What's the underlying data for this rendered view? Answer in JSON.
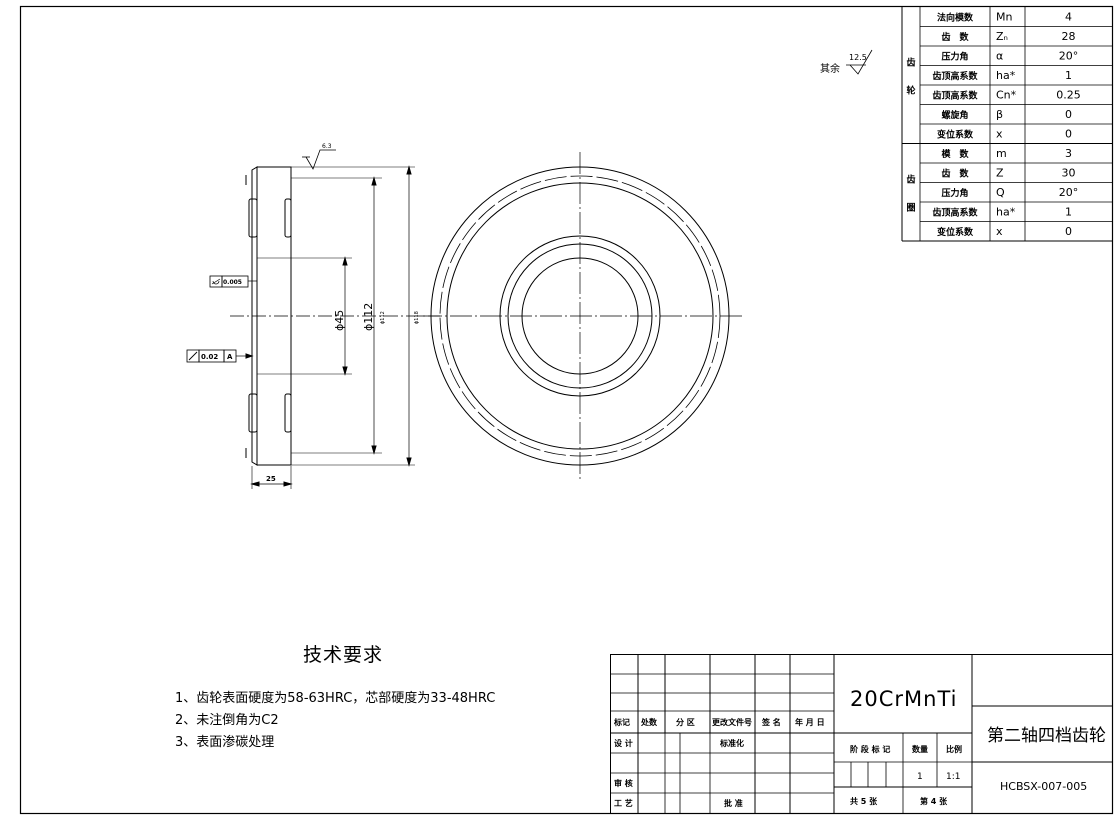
{
  "drawing": {
    "note_rest": "其余",
    "surface_finish": {
      "rest": "12.5",
      "face": "6.3"
    },
    "gdt": {
      "runout_symbol_value": "0.005",
      "runout_ref_value": "0.02",
      "datum": "A"
    },
    "dimensions": {
      "width": "25",
      "bore_dia": "ϕ45",
      "mid_dia": "ϕ112",
      "mid_dia_small": "ϕ112",
      "outer_dia_small": "ϕ118"
    }
  },
  "param_table": {
    "sections": [
      {
        "name": "齿\n\n轮",
        "rows": [
          {
            "label": "法向模数",
            "symbol": "Mn",
            "value": "4"
          },
          {
            "label": "齿　数",
            "symbol": "Zₙ",
            "value": "28"
          },
          {
            "label": "压力角",
            "symbol": "α",
            "value": "20°"
          },
          {
            "label": "齿顶高系数",
            "symbol": "ha*",
            "value": "1"
          },
          {
            "label": "齿顶高系数",
            "symbol": "Cn*",
            "value": "0.25"
          },
          {
            "label": "螺旋角",
            "symbol": "β",
            "value": "0"
          },
          {
            "label": "变位系数",
            "symbol": "x",
            "value": "0"
          }
        ]
      },
      {
        "name": "齿\n\n圈",
        "rows": [
          {
            "label": "模　数",
            "symbol": "m",
            "value": "3"
          },
          {
            "label": "齿　数",
            "symbol": "Z",
            "value": "30"
          },
          {
            "label": "压力角",
            "symbol": "Q",
            "value": "20°"
          },
          {
            "label": "齿顶高系数",
            "symbol": "ha*",
            "value": "1"
          },
          {
            "label": "变位系数",
            "symbol": "x",
            "value": "0"
          }
        ]
      }
    ]
  },
  "tech_requirements": {
    "title": "技术要求",
    "items": [
      "1、齿轮表面硬度为58-63HRC，芯部硬度为33-48HRC",
      "2、未注倒角为C2",
      "3、表面渗碳处理"
    ]
  },
  "title_block": {
    "material": "20CrMnTi",
    "part_name": "第二轴四档齿轮",
    "drawing_no": "HCBSX-007-005",
    "header_labels": [
      "标记",
      "处数",
      "分 区",
      "更改文件号",
      "签 名",
      "年 月 日"
    ],
    "design": "设 计",
    "standardize": "标准化",
    "review": "审 核",
    "process": "工 艺",
    "approve": "批 准",
    "stage_mark": "阶 段 标 记",
    "quantity_label": "数量",
    "scale_label": "比例",
    "quantity": "1",
    "scale": "1:1",
    "total_sheets": "共 5 张",
    "sheet_no": "第 4 张"
  }
}
